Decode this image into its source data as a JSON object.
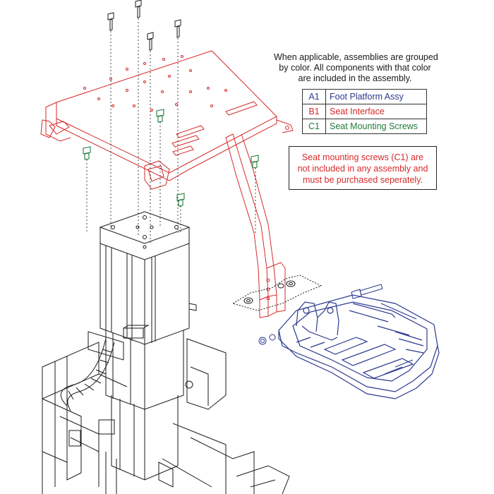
{
  "note": {
    "lines": [
      "When applicable, assemblies are grouped",
      "by color. All components with that color",
      "are included in the assembly."
    ]
  },
  "legend": [
    {
      "code": "A1",
      "label": "Foot Platform Assy",
      "color": "#2b3a8f"
    },
    {
      "code": "B1",
      "label": "Seat Interface",
      "color": "#d62a2a"
    },
    {
      "code": "C1",
      "label": "Seat Mounting Screws",
      "color": "#1f7a3a"
    }
  ],
  "warning": {
    "lines": [
      "Seat mounting screws (C1) are",
      "not included in any assembly and",
      "must be purchased seperately."
    ],
    "color": "#d62a2a"
  },
  "colors": {
    "assembly_a1": "#2b3a8f",
    "assembly_b1": "#d62a2a",
    "assembly_c1": "#1f7a3a",
    "line_art": "#1a1a1a"
  }
}
